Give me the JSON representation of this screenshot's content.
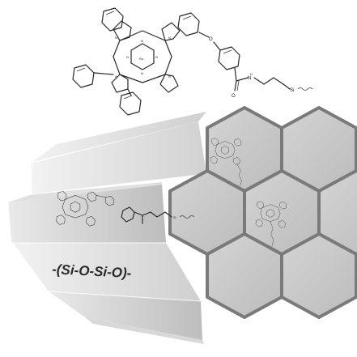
{
  "siloxane_label": "-(Si-O-Si-O)-",
  "atoms": {
    "n": "N",
    "ru": "Ru",
    "o": "O",
    "nh": "H",
    "si": "Si",
    "carbonyl_o": "O"
  },
  "colors": {
    "hex_stroke": "#7a7a7a",
    "hex_fill": "#c9c9c9",
    "channel_light": "#e6e6e6",
    "channel_mid": "#d2d2d2",
    "channel_dark": "#bdbdbd",
    "ink": "#2a2a2a"
  }
}
